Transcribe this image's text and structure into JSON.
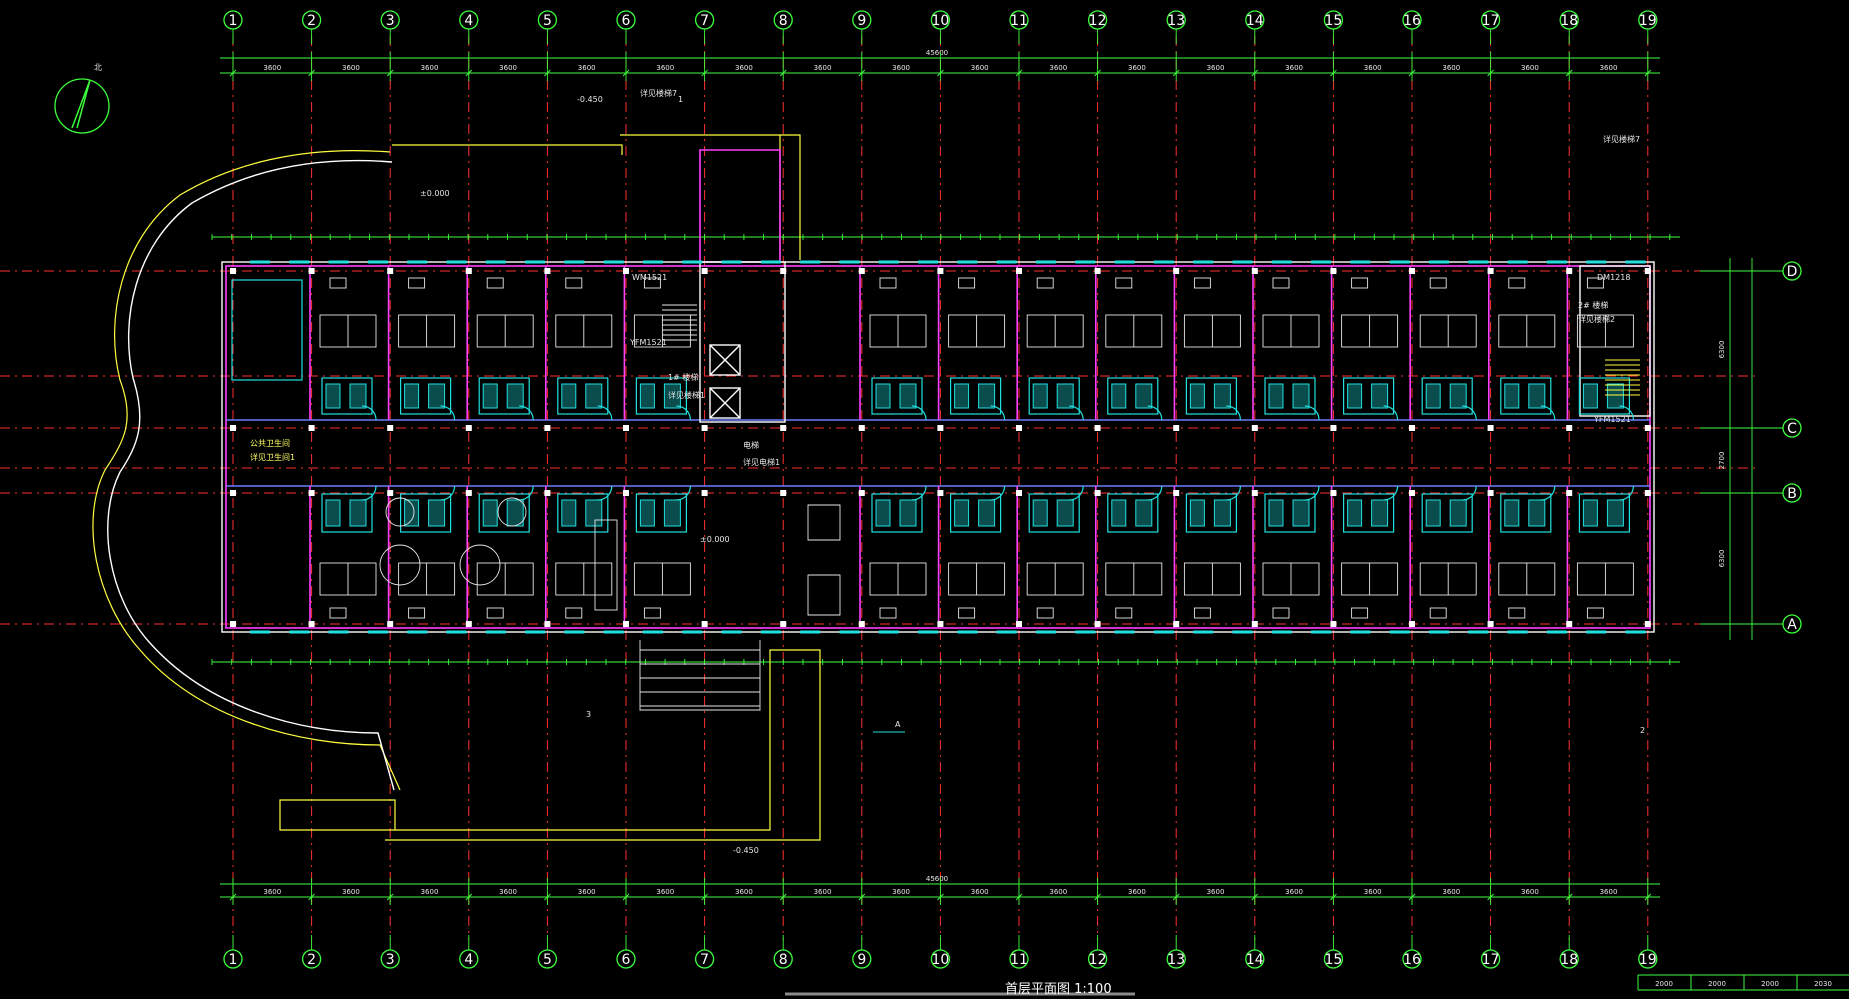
{
  "drawing": {
    "title": "首层平面图 1:100",
    "axes_top": [
      "1",
      "2",
      "3",
      "4",
      "5",
      "6",
      "7",
      "8",
      "9",
      "10",
      "11",
      "12",
      "13",
      "14",
      "15",
      "16",
      "17",
      "18",
      "19"
    ],
    "axes_right": [
      "D",
      "C",
      "B",
      "A"
    ],
    "top_dims": [
      "3600",
      "3600",
      "3600",
      "3600",
      "3600",
      "3600",
      "3600",
      "3600",
      "3600",
      "3600",
      "3600",
      "3600",
      "3600",
      "3600",
      "3600",
      "3600",
      "3600",
      "3600"
    ],
    "overall_dim": "45600",
    "right_dims": [
      "6300",
      "2700",
      "6300"
    ],
    "bottom_scale": [
      "2000",
      "2000",
      "2000",
      "2030"
    ],
    "north_label": "北",
    "labels": {
      "stair1": "1# 楼梯",
      "stair1_note": "详见楼梯1",
      "stair2": "2# 楼梯",
      "stair2_note": "详见楼梯2",
      "elevator": "电梯",
      "elevator_note": "详见电梯1",
      "toilet": "公共卫生间",
      "toilet_note": "详见卫生间1",
      "detail7a": "详见楼梯7",
      "detail7b": "详见楼梯7",
      "door_a": "YFM1521",
      "door_b": "WM1521",
      "door_c": "YFM1521",
      "door_d": "DM1218",
      "level_entry": "±0.000",
      "level_out": "-0.450",
      "level_out2": "-0.450",
      "level_room": "±0.000",
      "cut_1": "1",
      "cut_2": "2",
      "cut_3": "3",
      "arrow_a": "A"
    }
  }
}
